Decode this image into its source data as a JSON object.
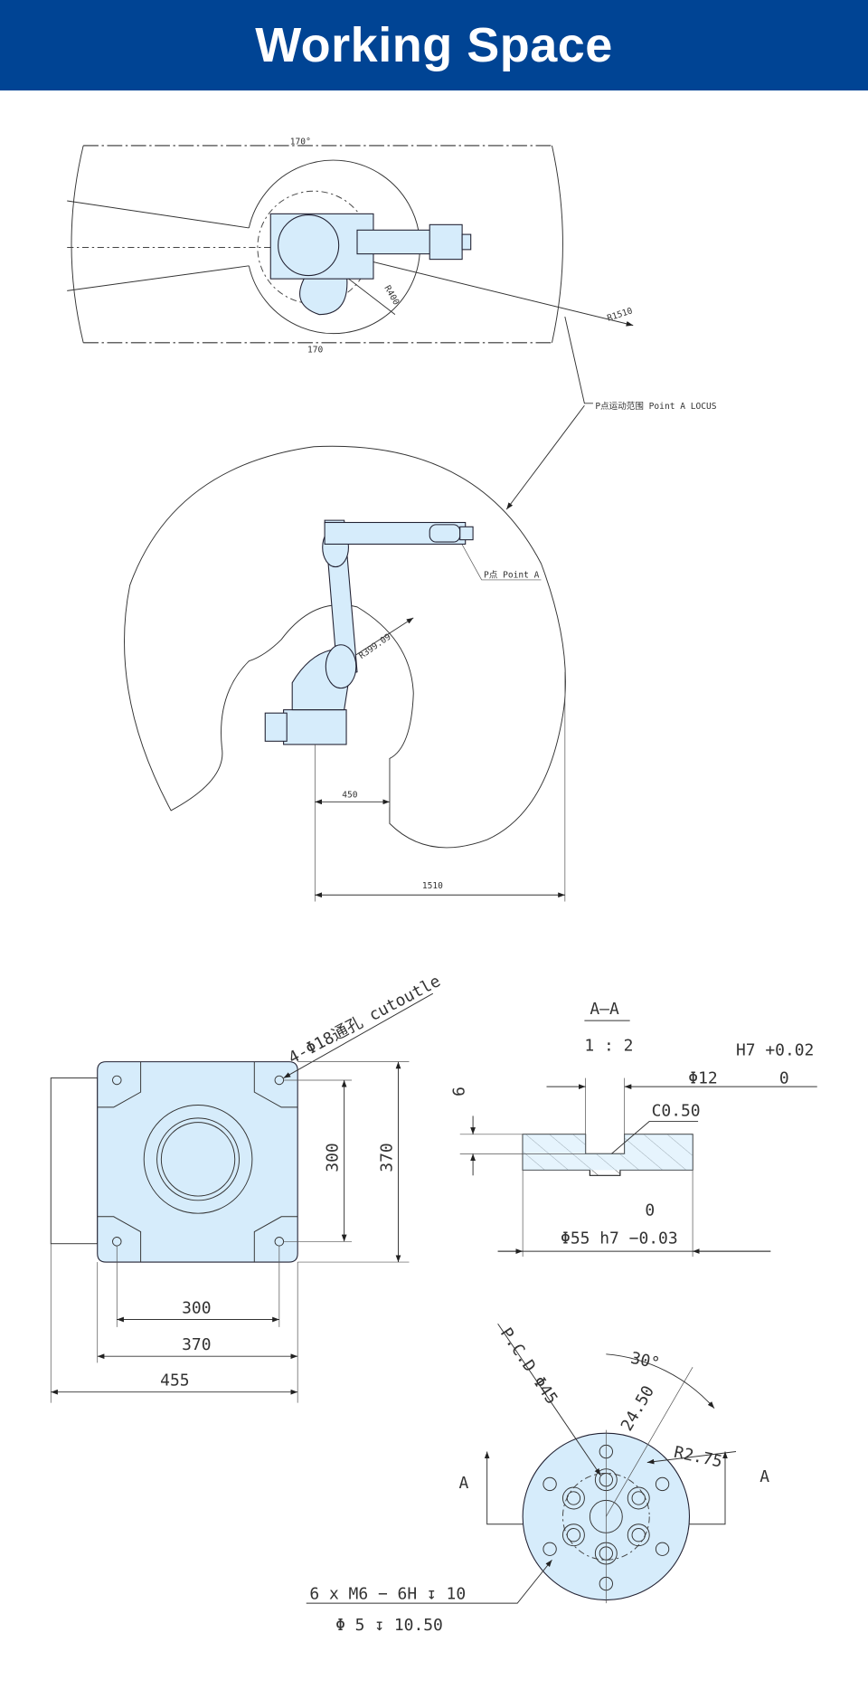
{
  "header": {
    "title": "Working Space"
  },
  "top_view": {
    "angle_top": "170°",
    "angle_bottom": "170",
    "radius_inner": "R400",
    "radius_outer": "R1510",
    "locus_label": "P点运动范围 Point A LOCUS"
  },
  "side_view": {
    "point_label": "P点 Point A",
    "radius_label": "R399.09",
    "dim_450": "450",
    "dim_1510": "1510"
  },
  "base_plate": {
    "hole_label": "4-Φ18通孔 cutoutle",
    "dim_v_300": "300",
    "dim_v_370": "370",
    "dim_h_300": "300",
    "dim_h_370": "370",
    "dim_h_455": "455"
  },
  "section": {
    "title": "A—A",
    "scale": "1 : 2",
    "tol_upper": "H7 +0.02",
    "bore": "Φ12",
    "bore_lower": "0",
    "chamfer": "C0.50",
    "height": "6",
    "od_upper": "0",
    "od": "Φ55 h7 −0.03"
  },
  "flange": {
    "pcd": "P.C.D Φ45",
    "angle": "30°",
    "dim_24": "24.50",
    "radius": "R2.75",
    "section_left": "A",
    "section_right": "A",
    "thread_note": "6 x  M6 − 6H ↧ 10",
    "drill_note": "Φ  5 ↧ 10.50"
  },
  "colors": {
    "header": "#004494",
    "part_fill": "#d6ecfb"
  }
}
